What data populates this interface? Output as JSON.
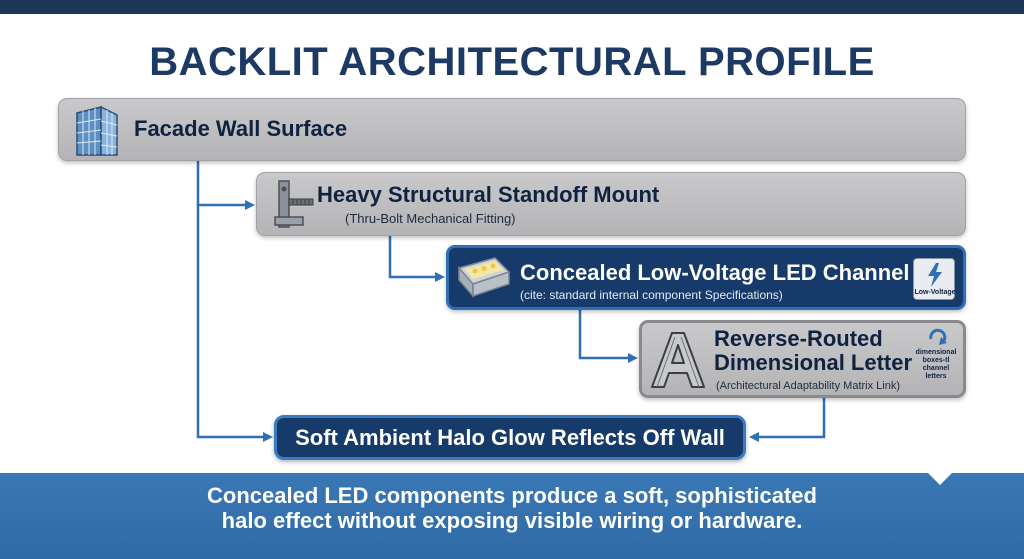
{
  "title": "BACKLIT ARCHITECTURAL PROFILE",
  "layers": {
    "facade": {
      "title": "Facade Wall Surface",
      "icon": "building-icon"
    },
    "standoff": {
      "title": "Heavy Structural Standoff Mount",
      "subtitle": "(Thru-Bolt Mechanical Fitting)",
      "icon": "bolt-bracket-icon"
    },
    "channel": {
      "title": "Concealed Low-Voltage LED Channel",
      "subtitle": "(cite: standard internal component Specifications)",
      "icon": "led-strip-icon",
      "badge_label": "Low-Voltage",
      "badge_icon": "lightning-icon"
    },
    "letter": {
      "title": "Reverse-Routed Dimensional Letter",
      "subtitle": "(Architectural Adaptability Matrix Link)",
      "icon": "letter-a-icon",
      "note": "dimensional boxes-tl channel letters",
      "note_icon": "rotate-arrow-icon"
    },
    "glow": {
      "title": "Soft Ambient Halo Glow Reflects Off Wall"
    }
  },
  "footer": {
    "line1": "Concealed LED components produce a soft, sophisticated",
    "line2": "halo effect without exposing visible wiring or hardware."
  },
  "colors": {
    "navy": "#163a6a",
    "accent_blue": "#2f6fb4",
    "title_blue": "#1c3a63",
    "panel_gray": "#bdbdc0"
  }
}
